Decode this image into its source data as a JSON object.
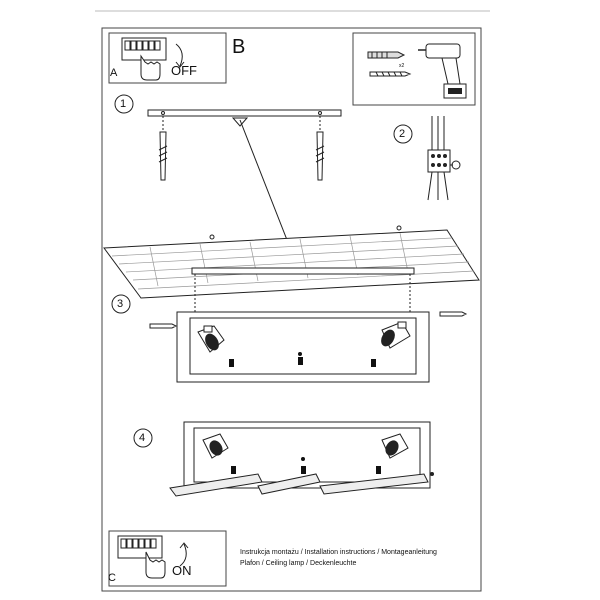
{
  "panels": {
    "a": {
      "letter": "A",
      "switch_label": "OFF"
    },
    "b": {
      "letter": "B",
      "screw_qty": "x2"
    },
    "c": {
      "letter": "C",
      "switch_label": "ON"
    }
  },
  "steps": [
    "1",
    "2",
    "3",
    "4"
  ],
  "footer": {
    "line1": "Instrukcja montażu / Installation instructions / Montageanleitung",
    "line2": "Plafon / Ceiling lamp / Deckenleuchte"
  },
  "colors": {
    "line": "#222222",
    "border": "#444444",
    "fill_dark": "#111111"
  }
}
